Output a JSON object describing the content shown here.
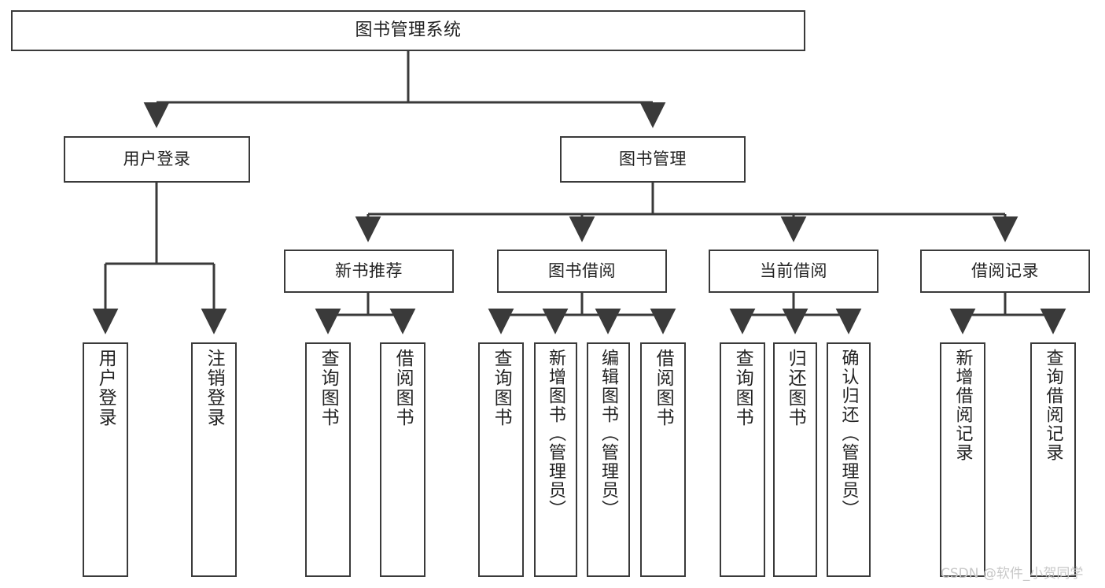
{
  "diagram": {
    "type": "tree",
    "title": "图书管理系统",
    "orientation": "top-down",
    "colors": {
      "background": "#ffffff",
      "box_border": "#3a3a3a",
      "box_fill": "#ffffff",
      "connector": "#3a3a3a",
      "text": "#222222",
      "watermark": "#c8c8c8"
    },
    "root": {
      "label": "图书管理系统"
    },
    "level2": [
      {
        "label": "用户登录"
      },
      {
        "label": "图书管理"
      }
    ],
    "level3": [
      {
        "label": "新书推荐"
      },
      {
        "label": "图书借阅"
      },
      {
        "label": "当前借阅"
      },
      {
        "label": "借阅记录"
      }
    ],
    "leaves": {
      "user_login": [
        {
          "label": "用户登录"
        },
        {
          "label": "注销登录"
        }
      ],
      "new_book_recommend": [
        {
          "label": "查询图书"
        },
        {
          "label": "借阅图书"
        }
      ],
      "book_borrow": [
        {
          "label": "查询图书"
        },
        {
          "label": "新增图书（管理员）"
        },
        {
          "label": "编辑图书（管理员）"
        },
        {
          "label": "借阅图书"
        }
      ],
      "current_borrow": [
        {
          "label": "查询图书"
        },
        {
          "label": "归还图书"
        },
        {
          "label": "确认归还（管理员）"
        }
      ],
      "borrow_record": [
        {
          "label": "新增借阅记录"
        },
        {
          "label": "查询借阅记录"
        }
      ]
    }
  },
  "watermark": {
    "text": "CSDN @软件_小贺同学"
  }
}
